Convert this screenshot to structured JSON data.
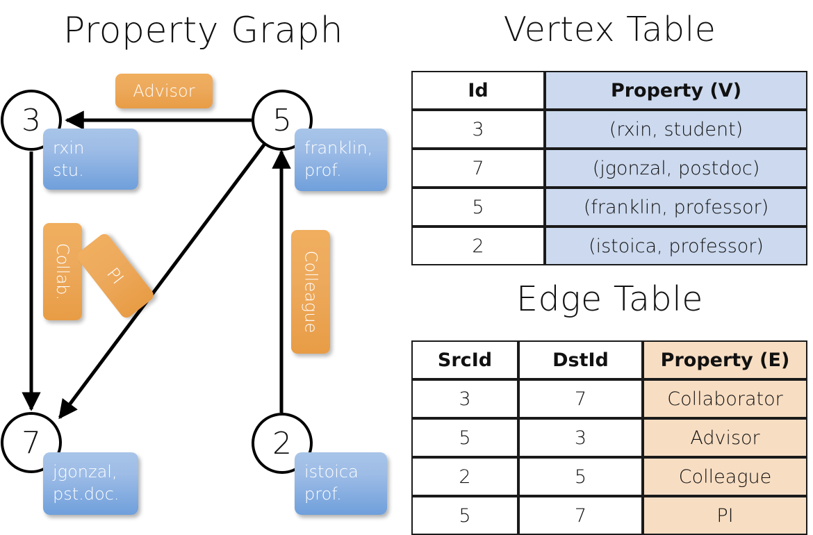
{
  "titles": {
    "property_graph": "Property Graph",
    "vertex_table": "Vertex Table",
    "edge_table": "Edge Table"
  },
  "graph": {
    "nodes": [
      {
        "id": "3",
        "label": "3",
        "property_line1": "rxin",
        "property_line2": "stu."
      },
      {
        "id": "5",
        "label": "5",
        "property_line1": "franklin,",
        "property_line2": "prof."
      },
      {
        "id": "7",
        "label": "7",
        "property_line1": "jgonzal,",
        "property_line2": "pst.doc."
      },
      {
        "id": "2",
        "label": "2",
        "property_line1": "istoica",
        "property_line2": "prof."
      }
    ],
    "edge_labels": {
      "advisor": "Advisor",
      "collab": "Collab.",
      "pi": "PI",
      "colleague": "Colleague"
    },
    "edges": [
      {
        "from": "5",
        "to": "3",
        "label": "Advisor"
      },
      {
        "from": "3",
        "to": "7",
        "label": "Collab."
      },
      {
        "from": "5",
        "to": "7",
        "label": "PI"
      },
      {
        "from": "2",
        "to": "5",
        "label": "Colleague"
      }
    ]
  },
  "vertex_table": {
    "headers": [
      "Id",
      "Property (V)"
    ],
    "rows": [
      {
        "id": "3",
        "property": "(rxin, student)"
      },
      {
        "id": "7",
        "property": "(jgonzal, postdoc)"
      },
      {
        "id": "5",
        "property": "(franklin, professor)"
      },
      {
        "id": "2",
        "property": "(istoica, professor)"
      }
    ]
  },
  "edge_table": {
    "headers": [
      "SrcId",
      "DstId",
      "Property (E)"
    ],
    "rows": [
      {
        "src": "3",
        "dst": "7",
        "property": "Collaborator"
      },
      {
        "src": "5",
        "dst": "3",
        "property": "Advisor"
      },
      {
        "src": "2",
        "dst": "5",
        "property": "Colleague"
      },
      {
        "src": "5",
        "dst": "7",
        "property": "PI"
      }
    ]
  },
  "colors": {
    "vertex_property_fill": "#ccd9ee",
    "edge_property_fill": "#f7ddc2",
    "node_box_blue": "#9dbce6",
    "edge_label_orange": "#edaa5d",
    "stroke": "#111111",
    "background": "#ffffff"
  }
}
